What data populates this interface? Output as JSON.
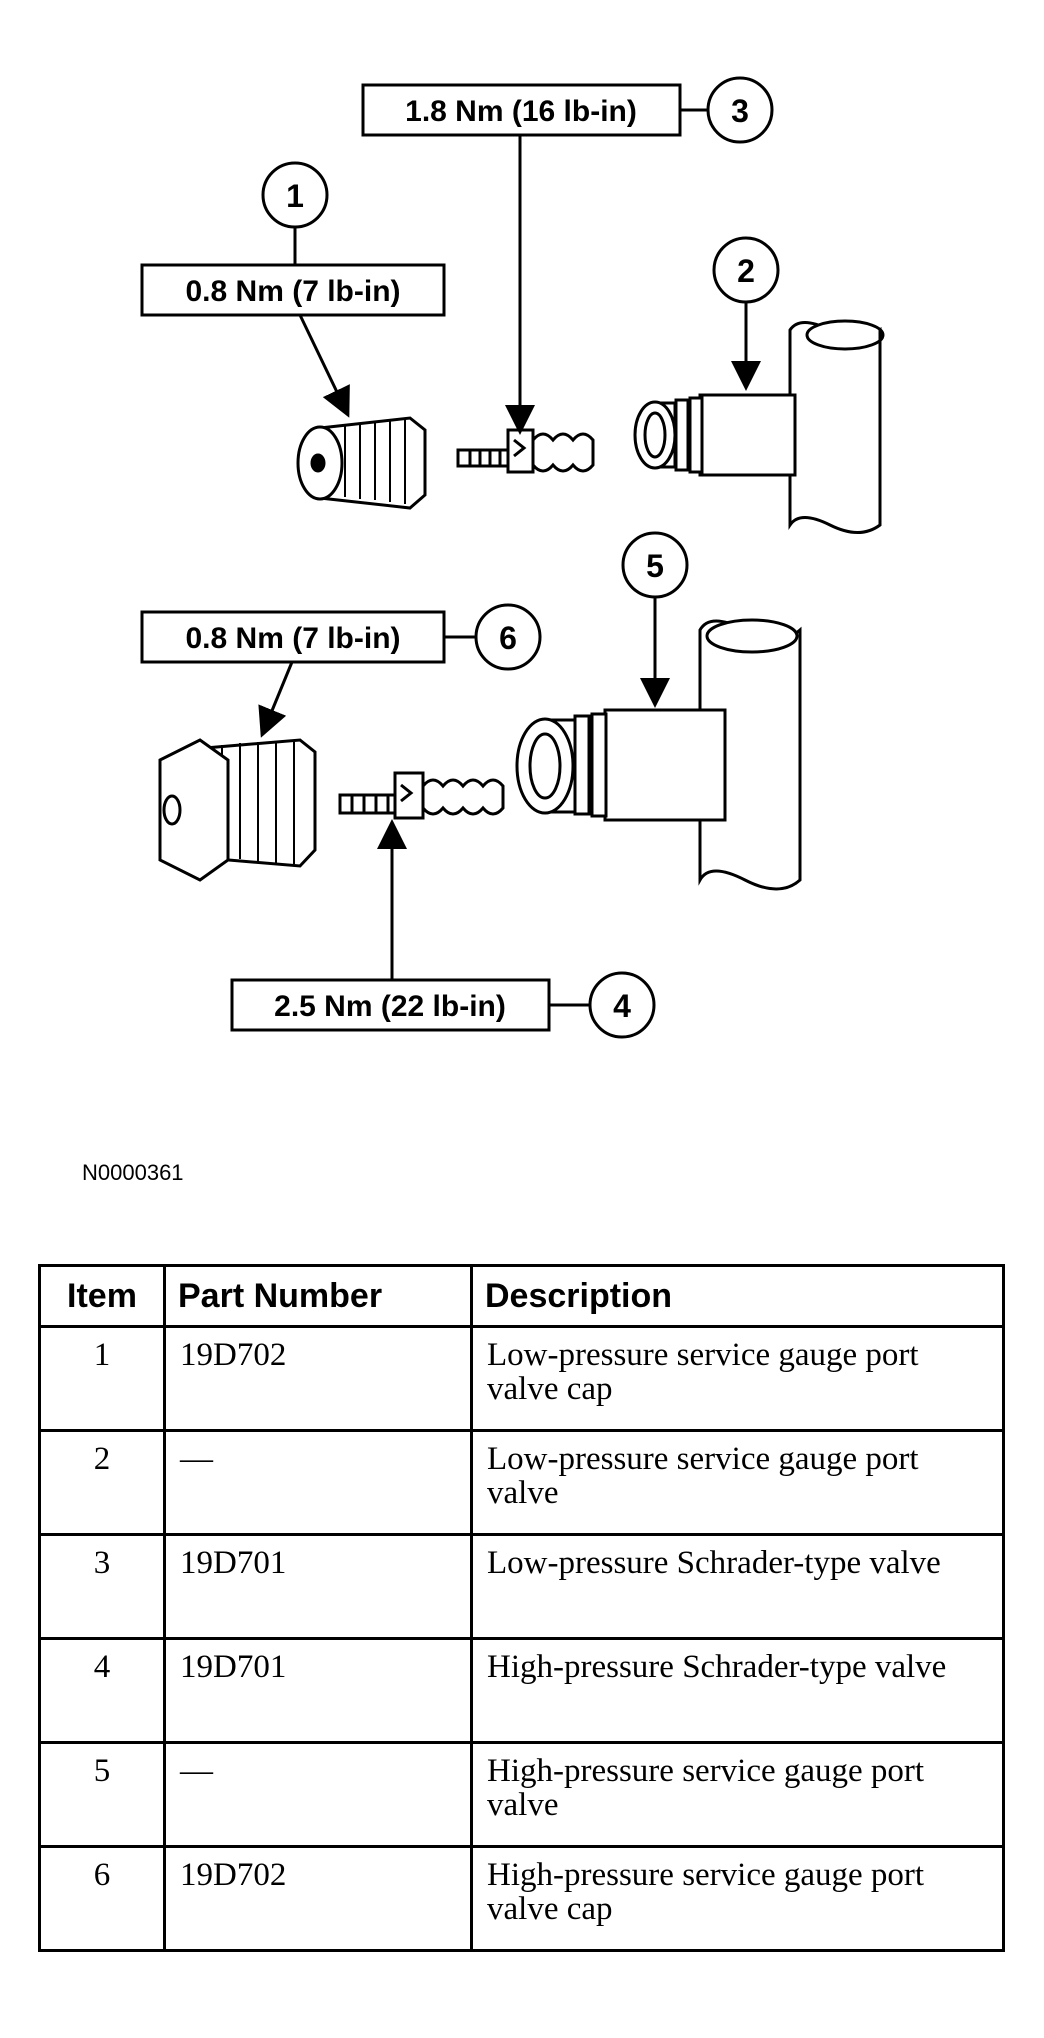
{
  "diagram": {
    "callouts": [
      {
        "num": "1",
        "torque": "0.8 Nm (7 lb-in)"
      },
      {
        "num": "2"
      },
      {
        "num": "3",
        "torque": "1.8 Nm (16 lb-in)"
      },
      {
        "num": "4",
        "torque": "2.5 Nm (22 lb-in)"
      },
      {
        "num": "5"
      },
      {
        "num": "6",
        "torque": "0.8 Nm (7 lb-in)"
      }
    ],
    "figure_id": "N0000361"
  },
  "table": {
    "headers": [
      "Item",
      "Part Number",
      "Description"
    ],
    "rows": [
      {
        "item": "1",
        "part": "19D702",
        "description": "Low-pressure service gauge port valve cap"
      },
      {
        "item": "2",
        "part": "—",
        "description": "Low-pressure service gauge port valve"
      },
      {
        "item": "3",
        "part": "19D701",
        "description": "Low-pressure Schrader-type valve"
      },
      {
        "item": "4",
        "part": "19D701",
        "description": "High-pressure Schrader-type valve"
      },
      {
        "item": "5",
        "part": "—",
        "description": "High-pressure service gauge port valve"
      },
      {
        "item": "6",
        "part": "19D702",
        "description": "High-pressure service gauge port valve cap"
      }
    ]
  }
}
